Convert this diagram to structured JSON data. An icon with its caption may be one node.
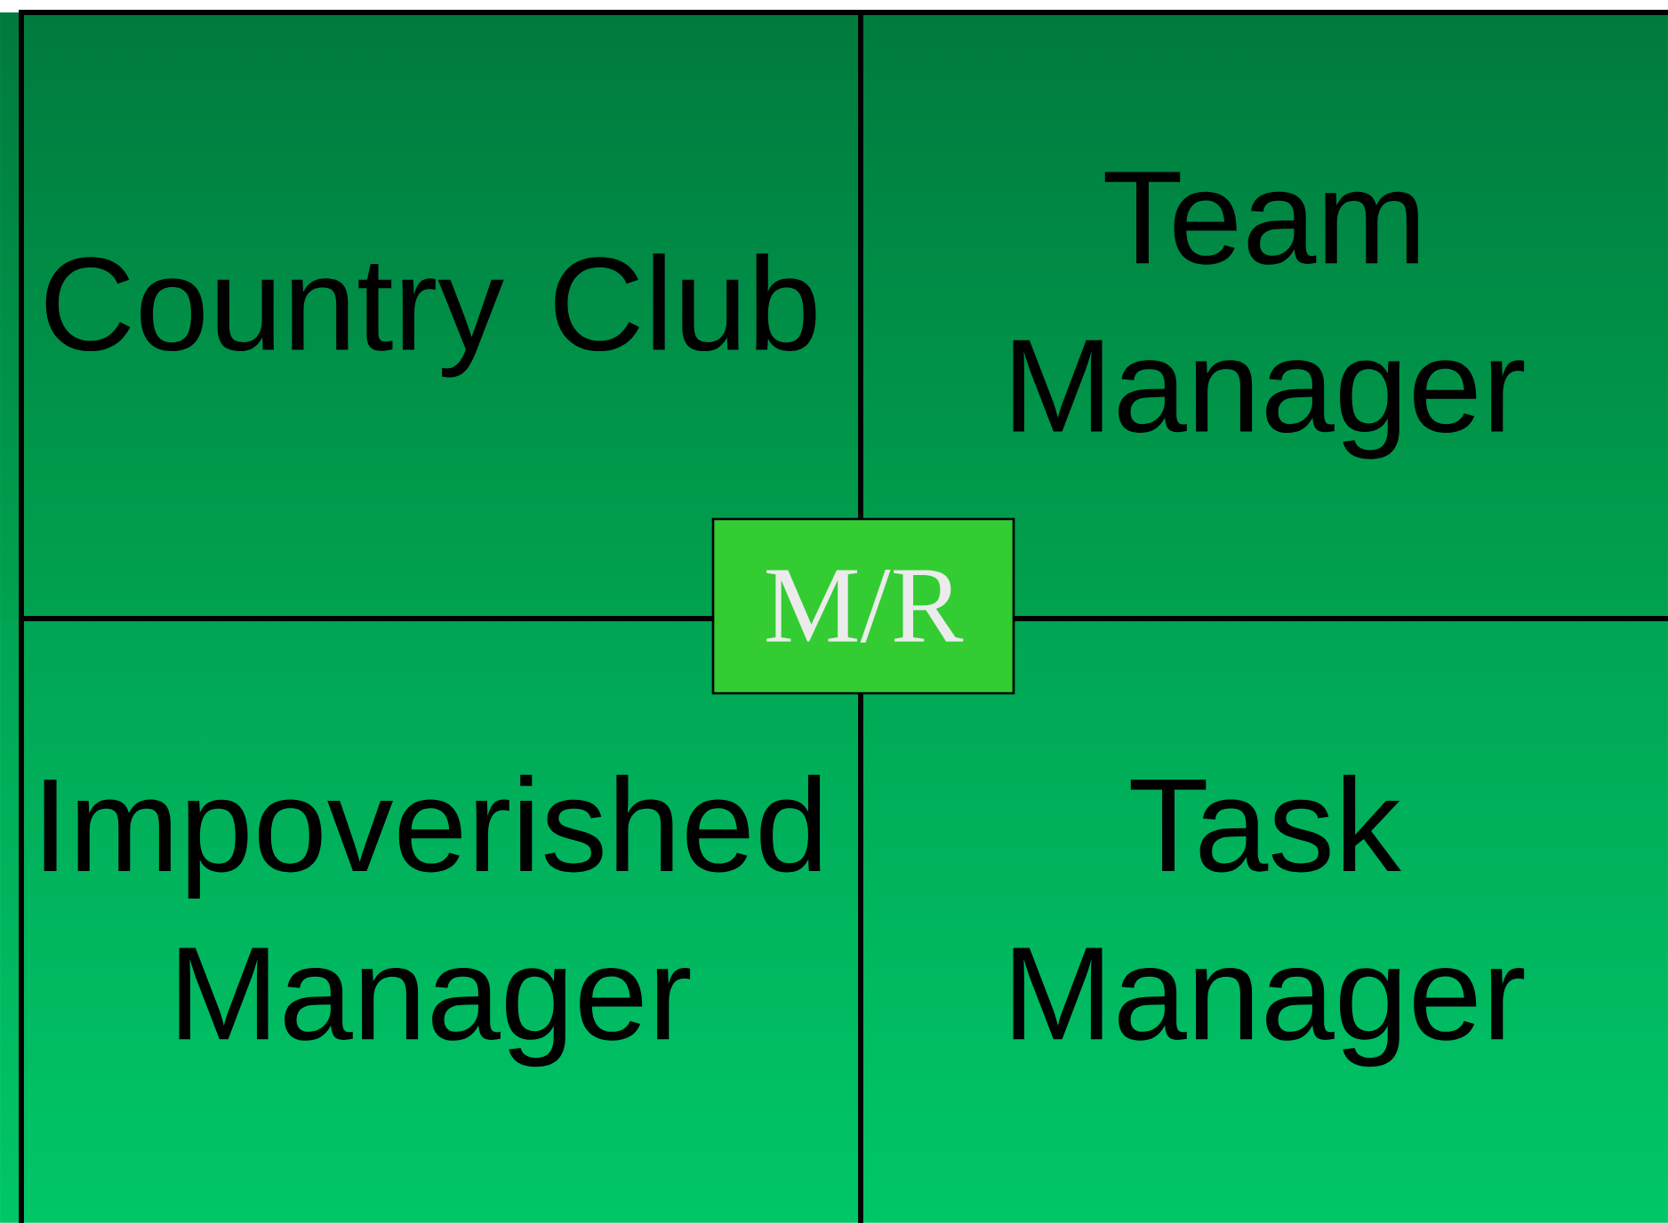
{
  "diagram": {
    "nodes": [
      {
        "text": [
          "Country Club"
        ]
      },
      {
        "text": [
          "Team Manager"
        ]
      },
      {
        "text": [
          "Impoverished Manager"
        ]
      },
      {
        "text": [
          "Task Manager"
        ]
      },
      {
        "text": [
          "M/R"
        ]
      }
    ]
  }
}
